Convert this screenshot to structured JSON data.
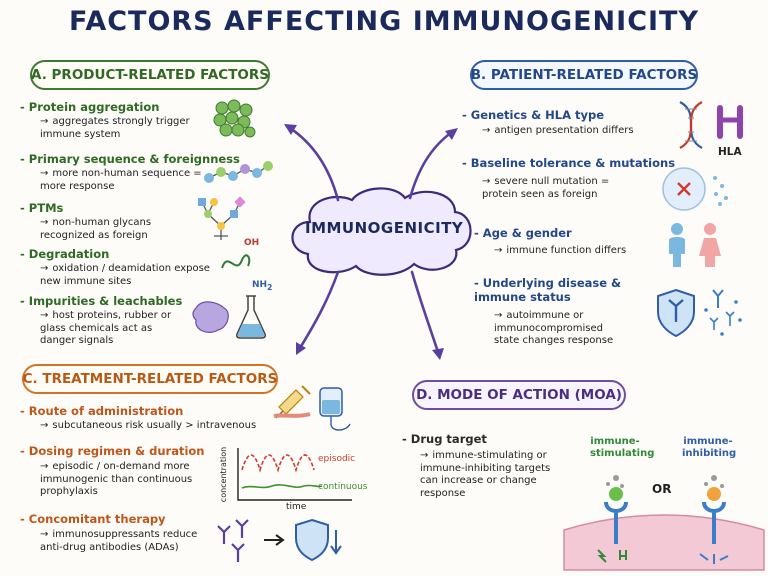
{
  "title": "FACTORS AFFECTING IMMUNOGENICITY",
  "center": "IMMUNOGENICITY",
  "arrow": "→",
  "dash": "-",
  "sectionA": {
    "header": "A. PRODUCT-RELATED FACTORS",
    "items": [
      {
        "title": "Protein aggregation",
        "desc": "aggregates strongly trigger immune system"
      },
      {
        "title": "Primary sequence & foreignness",
        "desc": "more non-human sequence = more response"
      },
      {
        "title": "PTMs",
        "desc": "non-human glycans recognized as foreign"
      },
      {
        "title": "Degradation",
        "desc": "oxidation / deamidation expose new immune sites"
      },
      {
        "title": "Impurities & leachables",
        "desc": "host proteins, rubber or glass chemicals act as danger signals"
      }
    ],
    "oh": "OH",
    "nh2": "NH",
    "sub2": "2"
  },
  "sectionB": {
    "header": "B. PATIENT-RELATED FACTORS",
    "items": [
      {
        "title": "Genetics & HLA type",
        "desc": "antigen presentation differs"
      },
      {
        "title": "Baseline tolerance & mutations",
        "desc": "severe null mutation = protein seen as foreign"
      },
      {
        "title": "Age & gender",
        "desc": "immune function differs"
      },
      {
        "title": "Underlying disease & immune status",
        "desc": "autoimmune or immunocompromised state changes response"
      }
    ],
    "hla": "HLA"
  },
  "sectionC": {
    "header": "C. TREATMENT-RELATED FACTORS",
    "items": [
      {
        "title": "Route of administration",
        "desc": "subcutaneous risk usually > intravenous"
      },
      {
        "title": "Dosing regimen & duration",
        "desc": "episodic / on-demand more immunogenic than continuous prophylaxis"
      },
      {
        "title": "Concomitant therapy",
        "desc": "immunosuppressants reduce anti-drug antibodies (ADAs)"
      }
    ],
    "chart": {
      "ylabel": "concentration",
      "xlabel": "time",
      "series1": "episodic",
      "series2": "continuous"
    },
    "colors": {
      "episodic": "#d13a2e",
      "continuous": "#3f8f2f"
    }
  },
  "sectionD": {
    "header": "D. MODE OF ACTION (MOA)",
    "items": [
      {
        "title": "Drug target",
        "desc": "immune-stimulating or immune-inhibiting targets can increase or change response"
      }
    ],
    "label_stim": "immune-stimulating",
    "label_inhib": "immune-inhibiting",
    "or": "OR"
  }
}
